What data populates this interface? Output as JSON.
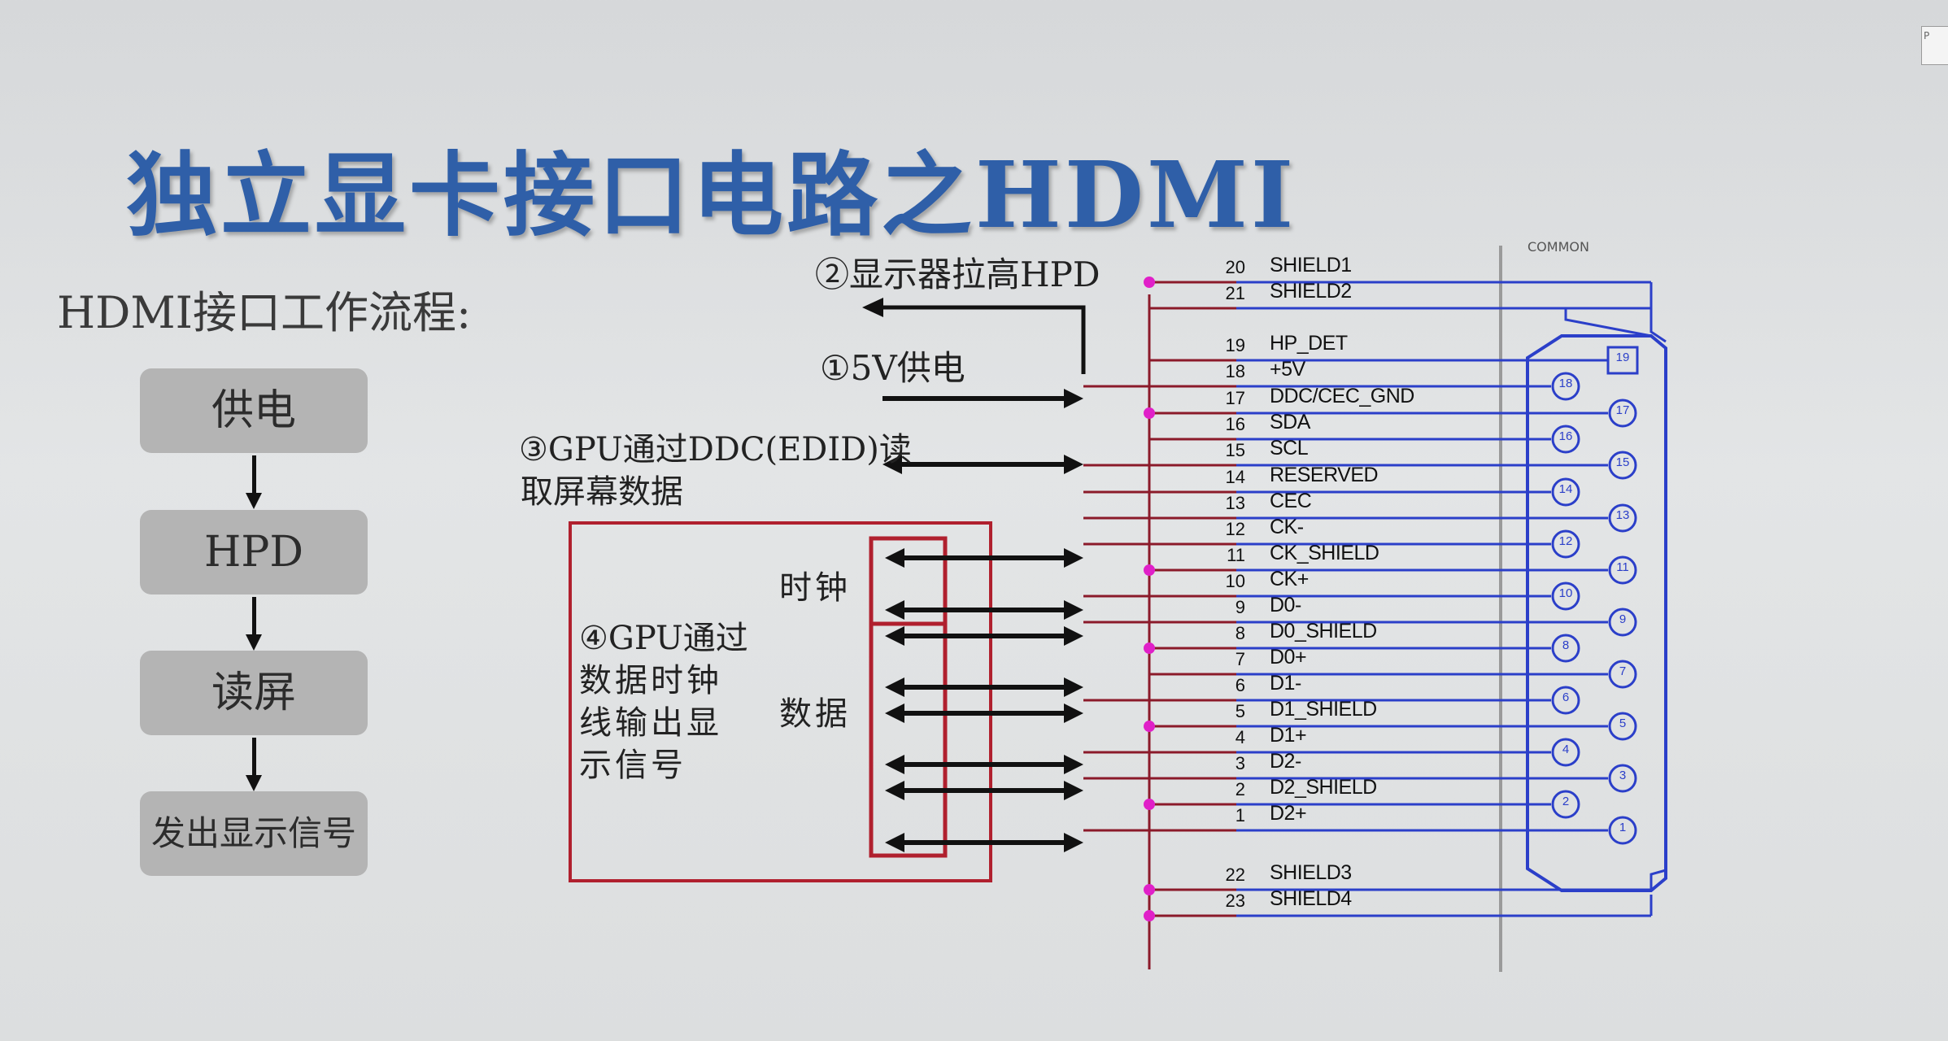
{
  "slide": {
    "title": "独立显卡接口电路之HDMI",
    "subtitle": "HDMI接口工作流程:",
    "flow": [
      {
        "label": "供电"
      },
      {
        "label": "HPD"
      },
      {
        "label": "读屏"
      },
      {
        "label": "发出显示信号"
      }
    ],
    "steps": {
      "step2": "②显示器拉高HPD",
      "step1": "①5V供电",
      "step3_line1": "③GPU通过DDC(EDID)读",
      "step3_line2": "取屏幕数据",
      "step4_line1": "④GPU通过",
      "step4_line2": "数据时钟",
      "step4_line3": "线输出显",
      "step4_line4": "示信号",
      "clock": "时钟",
      "data": "数据"
    },
    "connector_header": "COMMON",
    "corner_text": "P"
  },
  "pins": [
    {
      "num": "20",
      "name": "SHIELD1"
    },
    {
      "num": "21",
      "name": "SHIELD2"
    },
    {
      "num": "19",
      "name": "HP_DET"
    },
    {
      "num": "18",
      "name": "+5V"
    },
    {
      "num": "17",
      "name": "DDC/CEC_GND"
    },
    {
      "num": "16",
      "name": "SDA"
    },
    {
      "num": "15",
      "name": "SCL"
    },
    {
      "num": "14",
      "name": "RESERVED"
    },
    {
      "num": "13",
      "name": "CEC"
    },
    {
      "num": "12",
      "name": "CK-"
    },
    {
      "num": "11",
      "name": "CK_SHIELD"
    },
    {
      "num": "10",
      "name": "CK+"
    },
    {
      "num": "9",
      "name": "D0-"
    },
    {
      "num": "8",
      "name": "D0_SHIELD"
    },
    {
      "num": "7",
      "name": "D0+"
    },
    {
      "num": "6",
      "name": "D1-"
    },
    {
      "num": "5",
      "name": "D1_SHIELD"
    },
    {
      "num": "4",
      "name": "D1+"
    },
    {
      "num": "3",
      "name": "D2-"
    },
    {
      "num": "2",
      "name": "D2_SHIELD"
    },
    {
      "num": "1",
      "name": "D2+"
    },
    {
      "num": "22",
      "name": "SHIELD3"
    },
    {
      "num": "23",
      "name": "SHIELD4"
    }
  ],
  "connector_pins": [
    "19",
    "18",
    "17",
    "16",
    "15",
    "14",
    "13",
    "12",
    "11",
    "10",
    "9",
    "8",
    "7",
    "6",
    "5",
    "4",
    "3",
    "2",
    "1"
  ],
  "colors": {
    "title": "#2f5fa8",
    "wire_red": "#8b1a2a",
    "wire_blue": "#2b3fc9",
    "junction": "#e020c8",
    "box_red": "#b0202e",
    "flow_box": "#b4b4b4"
  }
}
